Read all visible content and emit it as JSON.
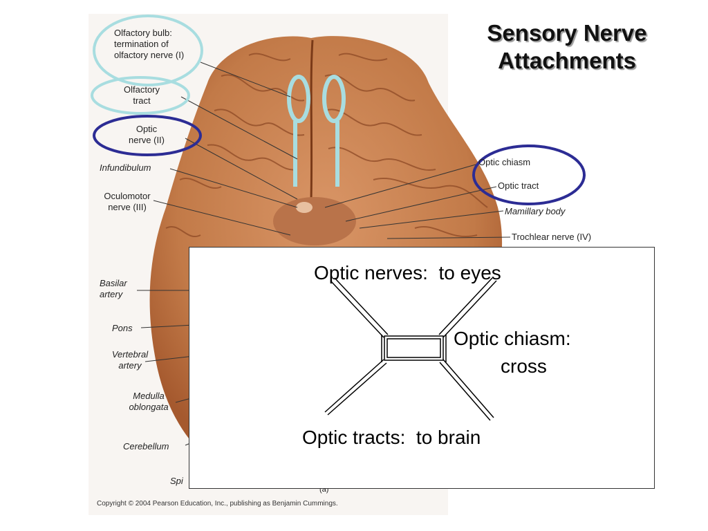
{
  "title": {
    "line1": "Sensory Nerve",
    "line2": "Attachments"
  },
  "labels": {
    "olfactory_bulb": "Olfactory bulb:\ntermination of\nolfactory nerve (I)",
    "olfactory_tract": "Olfactory\ntract",
    "optic_nerve": "Optic\nnerve (II)",
    "infundibulum": "Infundibulum",
    "oculomotor": "Oculomotor\nnerve (III)",
    "optic_chiasm": "Optic chiasm",
    "optic_tract": "Optic tract",
    "mamillary": "Mamillary body",
    "trochlear": "Trochlear nerve (IV)",
    "basilar": "Basilar\nartery",
    "pons": "Pons",
    "vertebral": "Vertebral\nartery",
    "medulla": "Medulla\noblongata",
    "cerebellum": "Cerebellum",
    "spinal": "Spi",
    "panel_letter": "(a)"
  },
  "copyright": "Copyright © 2004 Pearson Education, Inc., publishing as Benjamin Cummings.",
  "box": {
    "nerves": "Optic nerves:  to eyes",
    "chiasm_1": "Optic chiasm:",
    "chiasm_2": "cross",
    "tracts": "Optic tracts:  to brain"
  },
  "colors": {
    "brain": "#c8804e",
    "brain_dark": "#8e4a26",
    "light_blue": "#a8dde0",
    "navy": "#2c2c94"
  }
}
